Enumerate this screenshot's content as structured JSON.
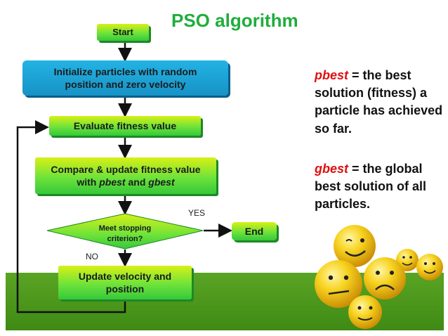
{
  "title": "PSO algorithm",
  "flow": {
    "start": "Start",
    "init_line1": "Initialize particles with random",
    "init_line2": "position and zero velocity",
    "evaluate": "Evaluate fitness value",
    "compare_line1": "Compare & update fitness value",
    "compare_with": "with ",
    "compare_pbest": "pbest",
    "compare_and": " and ",
    "compare_gbest": "gbest",
    "decision_line1": "Meet stopping",
    "decision_line2": "criterion?",
    "yes": "YES",
    "no": "NO",
    "end": "End",
    "update_line1": "Update velocity and",
    "update_line2": "position"
  },
  "definitions": {
    "pbest_term": "pbest",
    "pbest_text": " = the best solution (fitness) a particle has achieved so far.",
    "gbest_term": "gbest",
    "gbest_text": " = the global best solution of all particles."
  },
  "colors": {
    "title": "#1fae3c",
    "term": "#e01010",
    "box_green": "#6ee33a",
    "box_blue": "#1792c6",
    "ground": "#4c9a1c",
    "smiley": "#f2c21a"
  },
  "icons": [
    "smiley-face-icon",
    "smiley-face-icon",
    "smiley-face-icon",
    "smiley-face-icon",
    "smiley-face-icon",
    "smiley-face-icon"
  ]
}
